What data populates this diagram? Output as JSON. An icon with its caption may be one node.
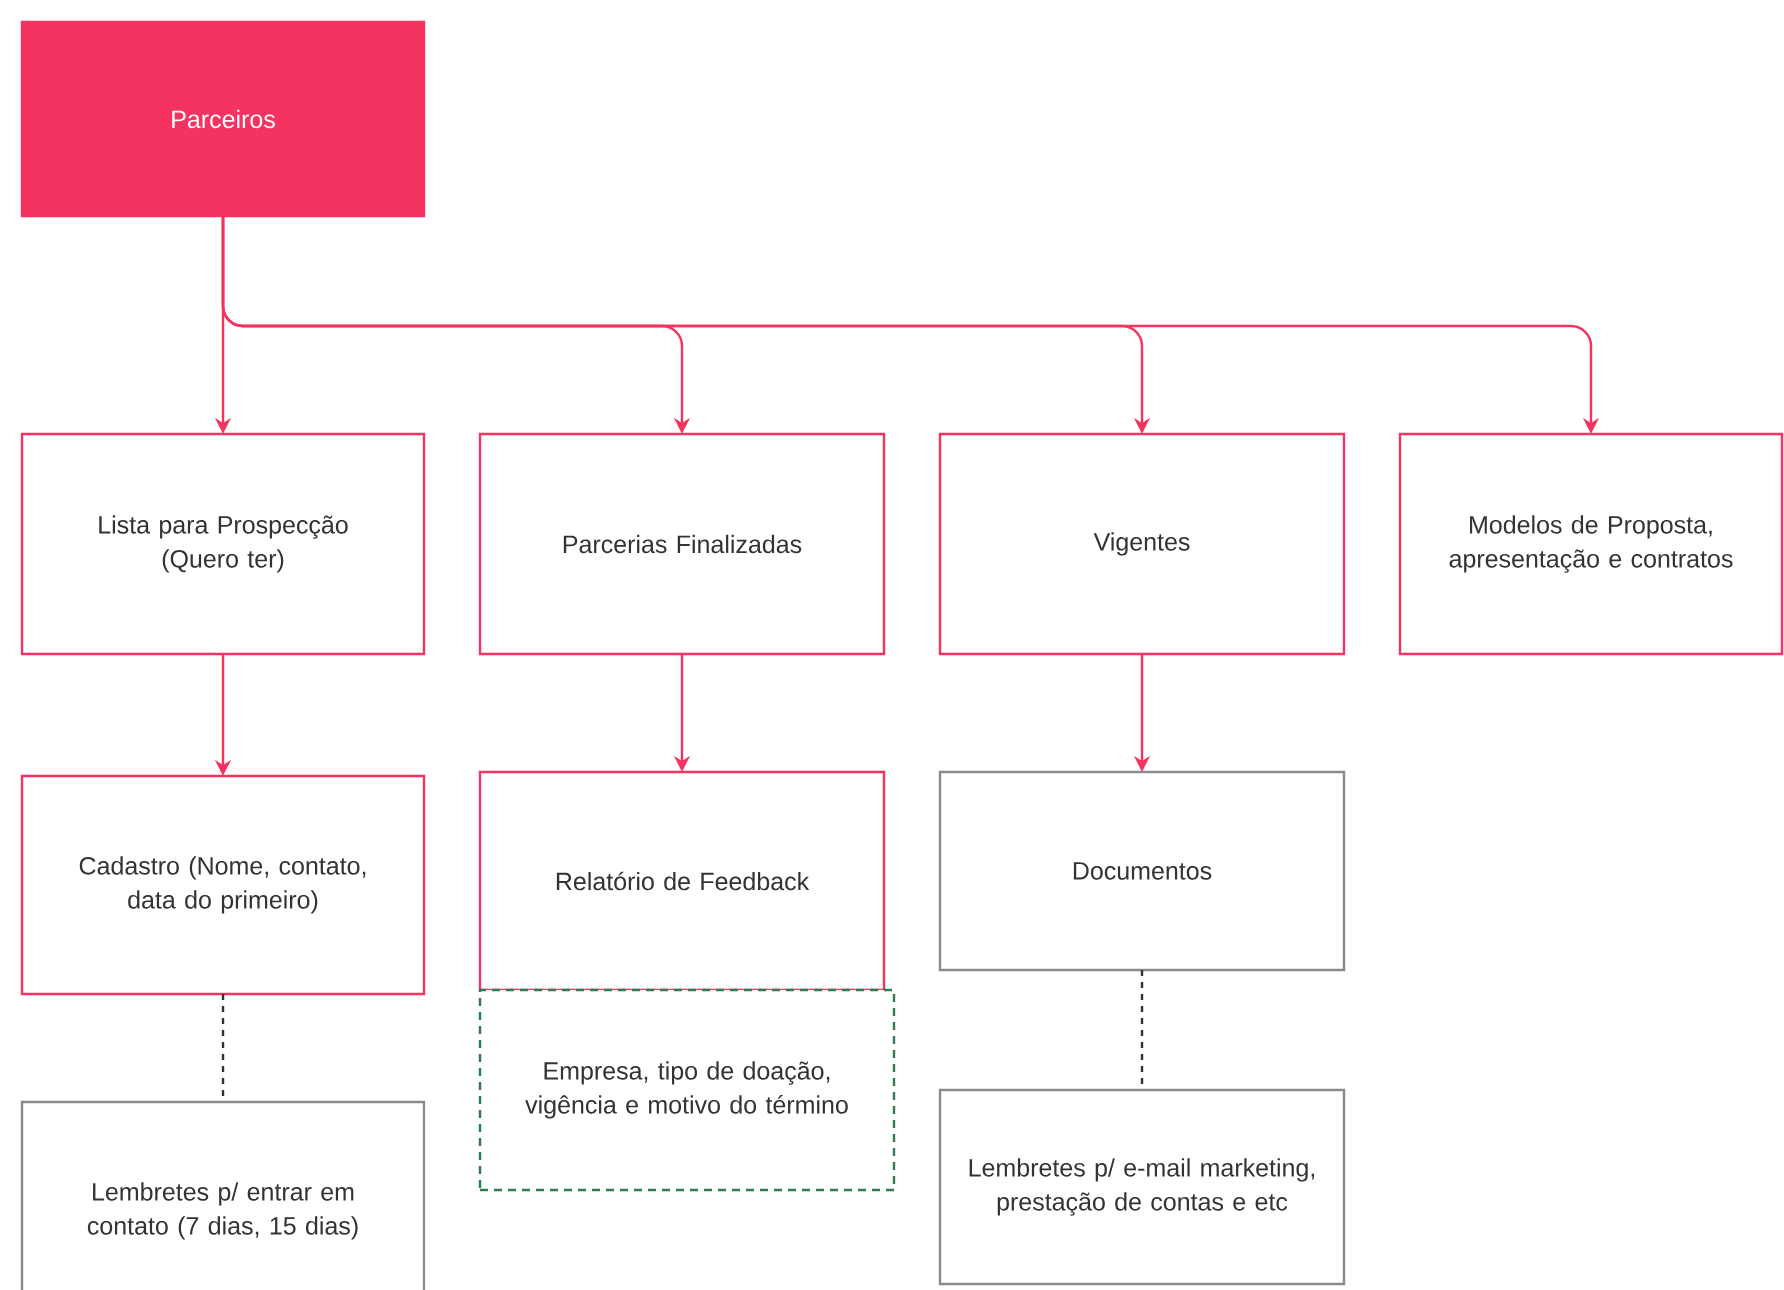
{
  "diagram": {
    "nodes": [
      {
        "text": [
          "Parceiros"
        ]
      },
      {
        "text": [
          "Lista para Prospecção (Quero ter)"
        ]
      },
      {
        "text": [
          "Parcerias Finalizadas"
        ]
      },
      {
        "text": [
          "Vigentes"
        ]
      },
      {
        "text": [
          "Modelos de Proposta, apresentação e contratos"
        ]
      },
      {
        "text": [
          "Cadastro (Nome, contato, data do primeiro)"
        ]
      },
      {
        "text": [
          "Relatório de Feedback"
        ]
      },
      {
        "text": [
          "Documentos"
        ]
      },
      {
        "text": [
          "Empresa, tipo de doação, vigência e motivo do término"
        ]
      },
      {
        "text": [
          "Lembretes p/ entrar em contato (7 dias, 15 dias)"
        ]
      },
      {
        "text": [
          "Lembretes p/ e-mail marketing, prestação de contas e etc"
        ]
      }
    ],
    "edges": [
      {
        "from": 0,
        "to": 1,
        "arrow": "to"
      },
      {
        "from": 0,
        "to": 2,
        "arrow": "to"
      },
      {
        "from": 0,
        "to": 3,
        "arrow": "to"
      },
      {
        "from": 0,
        "to": 4,
        "arrow": "to"
      },
      {
        "from": 1,
        "to": 5,
        "arrow": "to"
      },
      {
        "from": 2,
        "to": 6,
        "arrow": "to"
      },
      {
        "from": 3,
        "to": 7,
        "arrow": "to"
      },
      {
        "from": 5,
        "to": 9,
        "arrow": "none",
        "style": "dashed",
        "color": "#333333"
      },
      {
        "from": 7,
        "to": 10,
        "arrow": "none",
        "style": "dashed",
        "color": "#333333"
      }
    ]
  }
}
